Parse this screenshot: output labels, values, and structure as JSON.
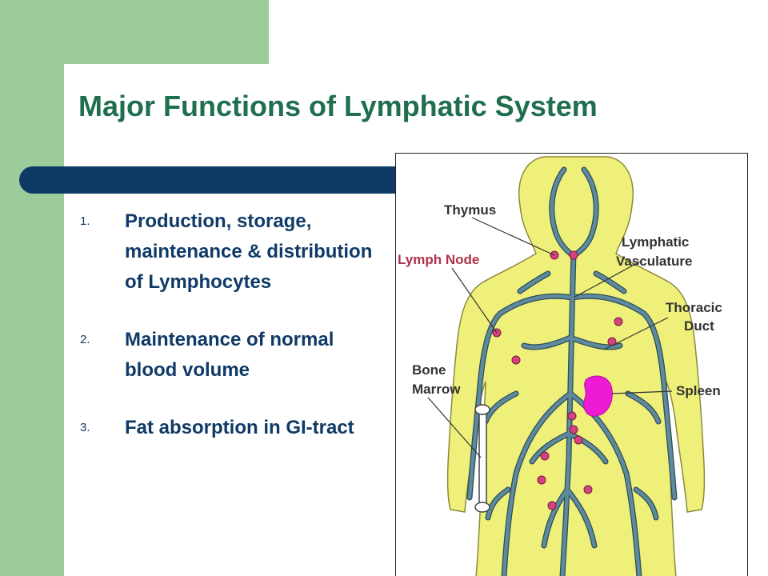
{
  "slide": {
    "title": "Major Functions of Lymphatic System",
    "functions": [
      {
        "number": "1.",
        "text": "Production, storage, maintenance & distribution of Lymphocytes"
      },
      {
        "number": "2.",
        "text": "Maintenance of normal blood volume"
      },
      {
        "number": "3.",
        "text": "Fat absorption in GI-tract"
      }
    ]
  },
  "figure": {
    "labels": {
      "thymus": "Thymus",
      "lymph_node": "Lymph Node",
      "lymphatic_vasculature_line1": "Lymphatic",
      "lymphatic_vasculature_line2": "Vasculature",
      "thoracic_duct_line1": "Thoracic",
      "thoracic_duct_line2": "Duct",
      "bone_marrow_line1": "Bone",
      "bone_marrow_line2": "Marrow",
      "spleen": "Spleen"
    },
    "colors": {
      "body": "#eef07a",
      "vessels": "#5d8a9c",
      "nodes": "#d4437f",
      "spleen": "#ee1ad6",
      "lymph_node_label": "#b0304a"
    }
  }
}
